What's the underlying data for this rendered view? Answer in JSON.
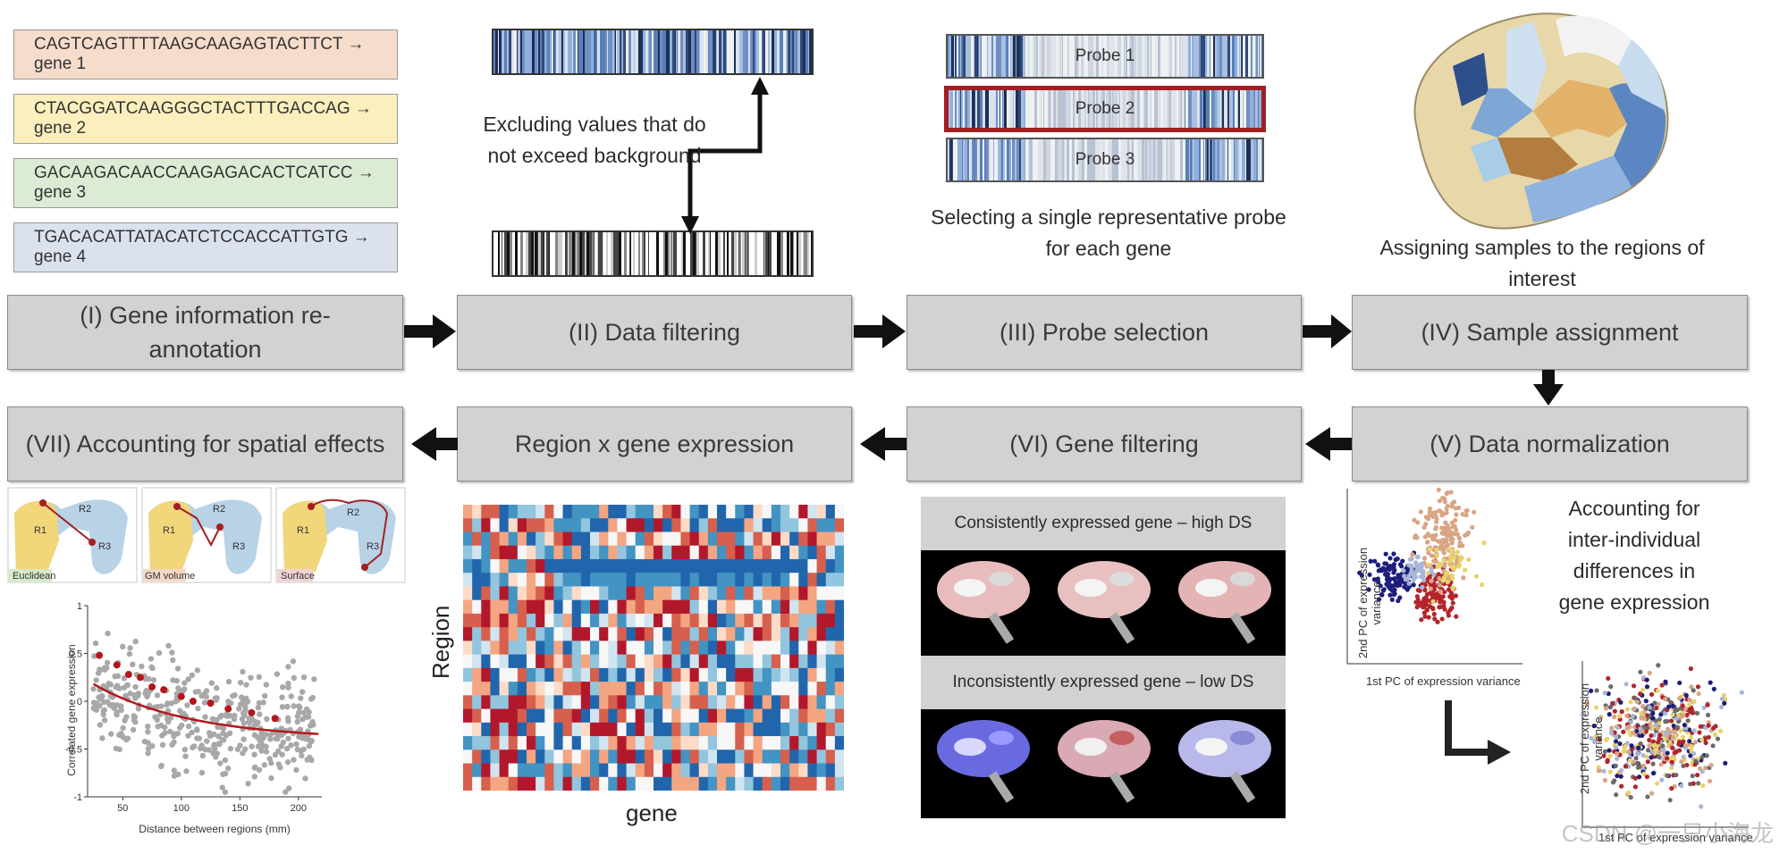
{
  "sequences": [
    {
      "text": "CAGTCAGTTTTAAGCAAGAGTACTTCT → gene 1",
      "color": "#f6dccb"
    },
    {
      "text": "CTACGGATCAAGGGCTACTTTGACCAG → gene 2",
      "color": "#fbefbe"
    },
    {
      "text": "GACAAGACAACCAAGAGACACTCATCC → gene 3",
      "color": "#dcecd4"
    },
    {
      "text": "TGACACATTATACATCTCCACCATTGTG → gene 4",
      "color": "#dbe2ee"
    }
  ],
  "filtering_caption": "Excluding values that do not exceed background",
  "probes": [
    "Probe 1",
    "Probe 2",
    "Probe 3"
  ],
  "probe_caption": "Selecting a single representative probe for each gene",
  "assign_caption": "Assigning samples to the regions of interest",
  "steps": {
    "s1": "(I) Gene information re-annotation",
    "s2": "(II) Data filtering",
    "s3": "(III) Probe selection",
    "s4": "(IV) Sample assignment",
    "s5": "(V) Data normalization",
    "s6": "(VI) Gene filtering",
    "s7": "Region x gene expression",
    "s8": "(VII) Accounting for spatial effects"
  },
  "spatial_panels": [
    {
      "label": "Euclidean",
      "r1": "R1",
      "r2": "R2",
      "r3": "R3"
    },
    {
      "label": "GM volume",
      "r1": "R1",
      "r2": "R2",
      "r3": "R3"
    },
    {
      "label": "Surface",
      "r1": "R1",
      "r2": "R2",
      "r3": "R3"
    }
  ],
  "heatmap": {
    "ylabel": "Region",
    "xlabel": "gene"
  },
  "gene_filter": {
    "high": "Consistently expressed gene – high DS",
    "low": "Inconsistently expressed gene – low DS"
  },
  "pca": {
    "ylabel_top": "2nd PC of expression variance",
    "xlabel_top": "1st PC of expression variance",
    "caption": "Accounting for inter-individual differences in gene expression",
    "ylabel_bottom": "2nd PC of expression variance",
    "xlabel_bottom": "1st PC of expression variance"
  },
  "watermark": "CSDN @一只小海龙",
  "chart_data": {
    "type": "scatter",
    "xlabel": "Distance between regions (mm)",
    "ylabel": "Correlated gene expression",
    "xlim": [
      20,
      220
    ],
    "ylim": [
      -1,
      1
    ],
    "xticks": [
      50,
      100,
      150,
      200
    ],
    "yticks": [
      1,
      0.5,
      0,
      -0.5,
      -1
    ],
    "yticklabels": [
      "1",
      "0.5",
      "0",
      "-0.5",
      "-1"
    ],
    "fit_series": {
      "color": "#b5161b",
      "x": [
        30,
        45,
        55,
        65,
        75,
        85,
        100,
        110,
        125,
        140,
        160,
        180
      ],
      "y": [
        0.48,
        0.38,
        0.28,
        0.25,
        0.15,
        0.12,
        0.05,
        0.0,
        -0.02,
        -0.08,
        -0.12,
        -0.18
      ]
    },
    "curve": {
      "a": 0.58,
      "b": -0.4,
      "k": 0.012,
      "x0": 25
    }
  }
}
